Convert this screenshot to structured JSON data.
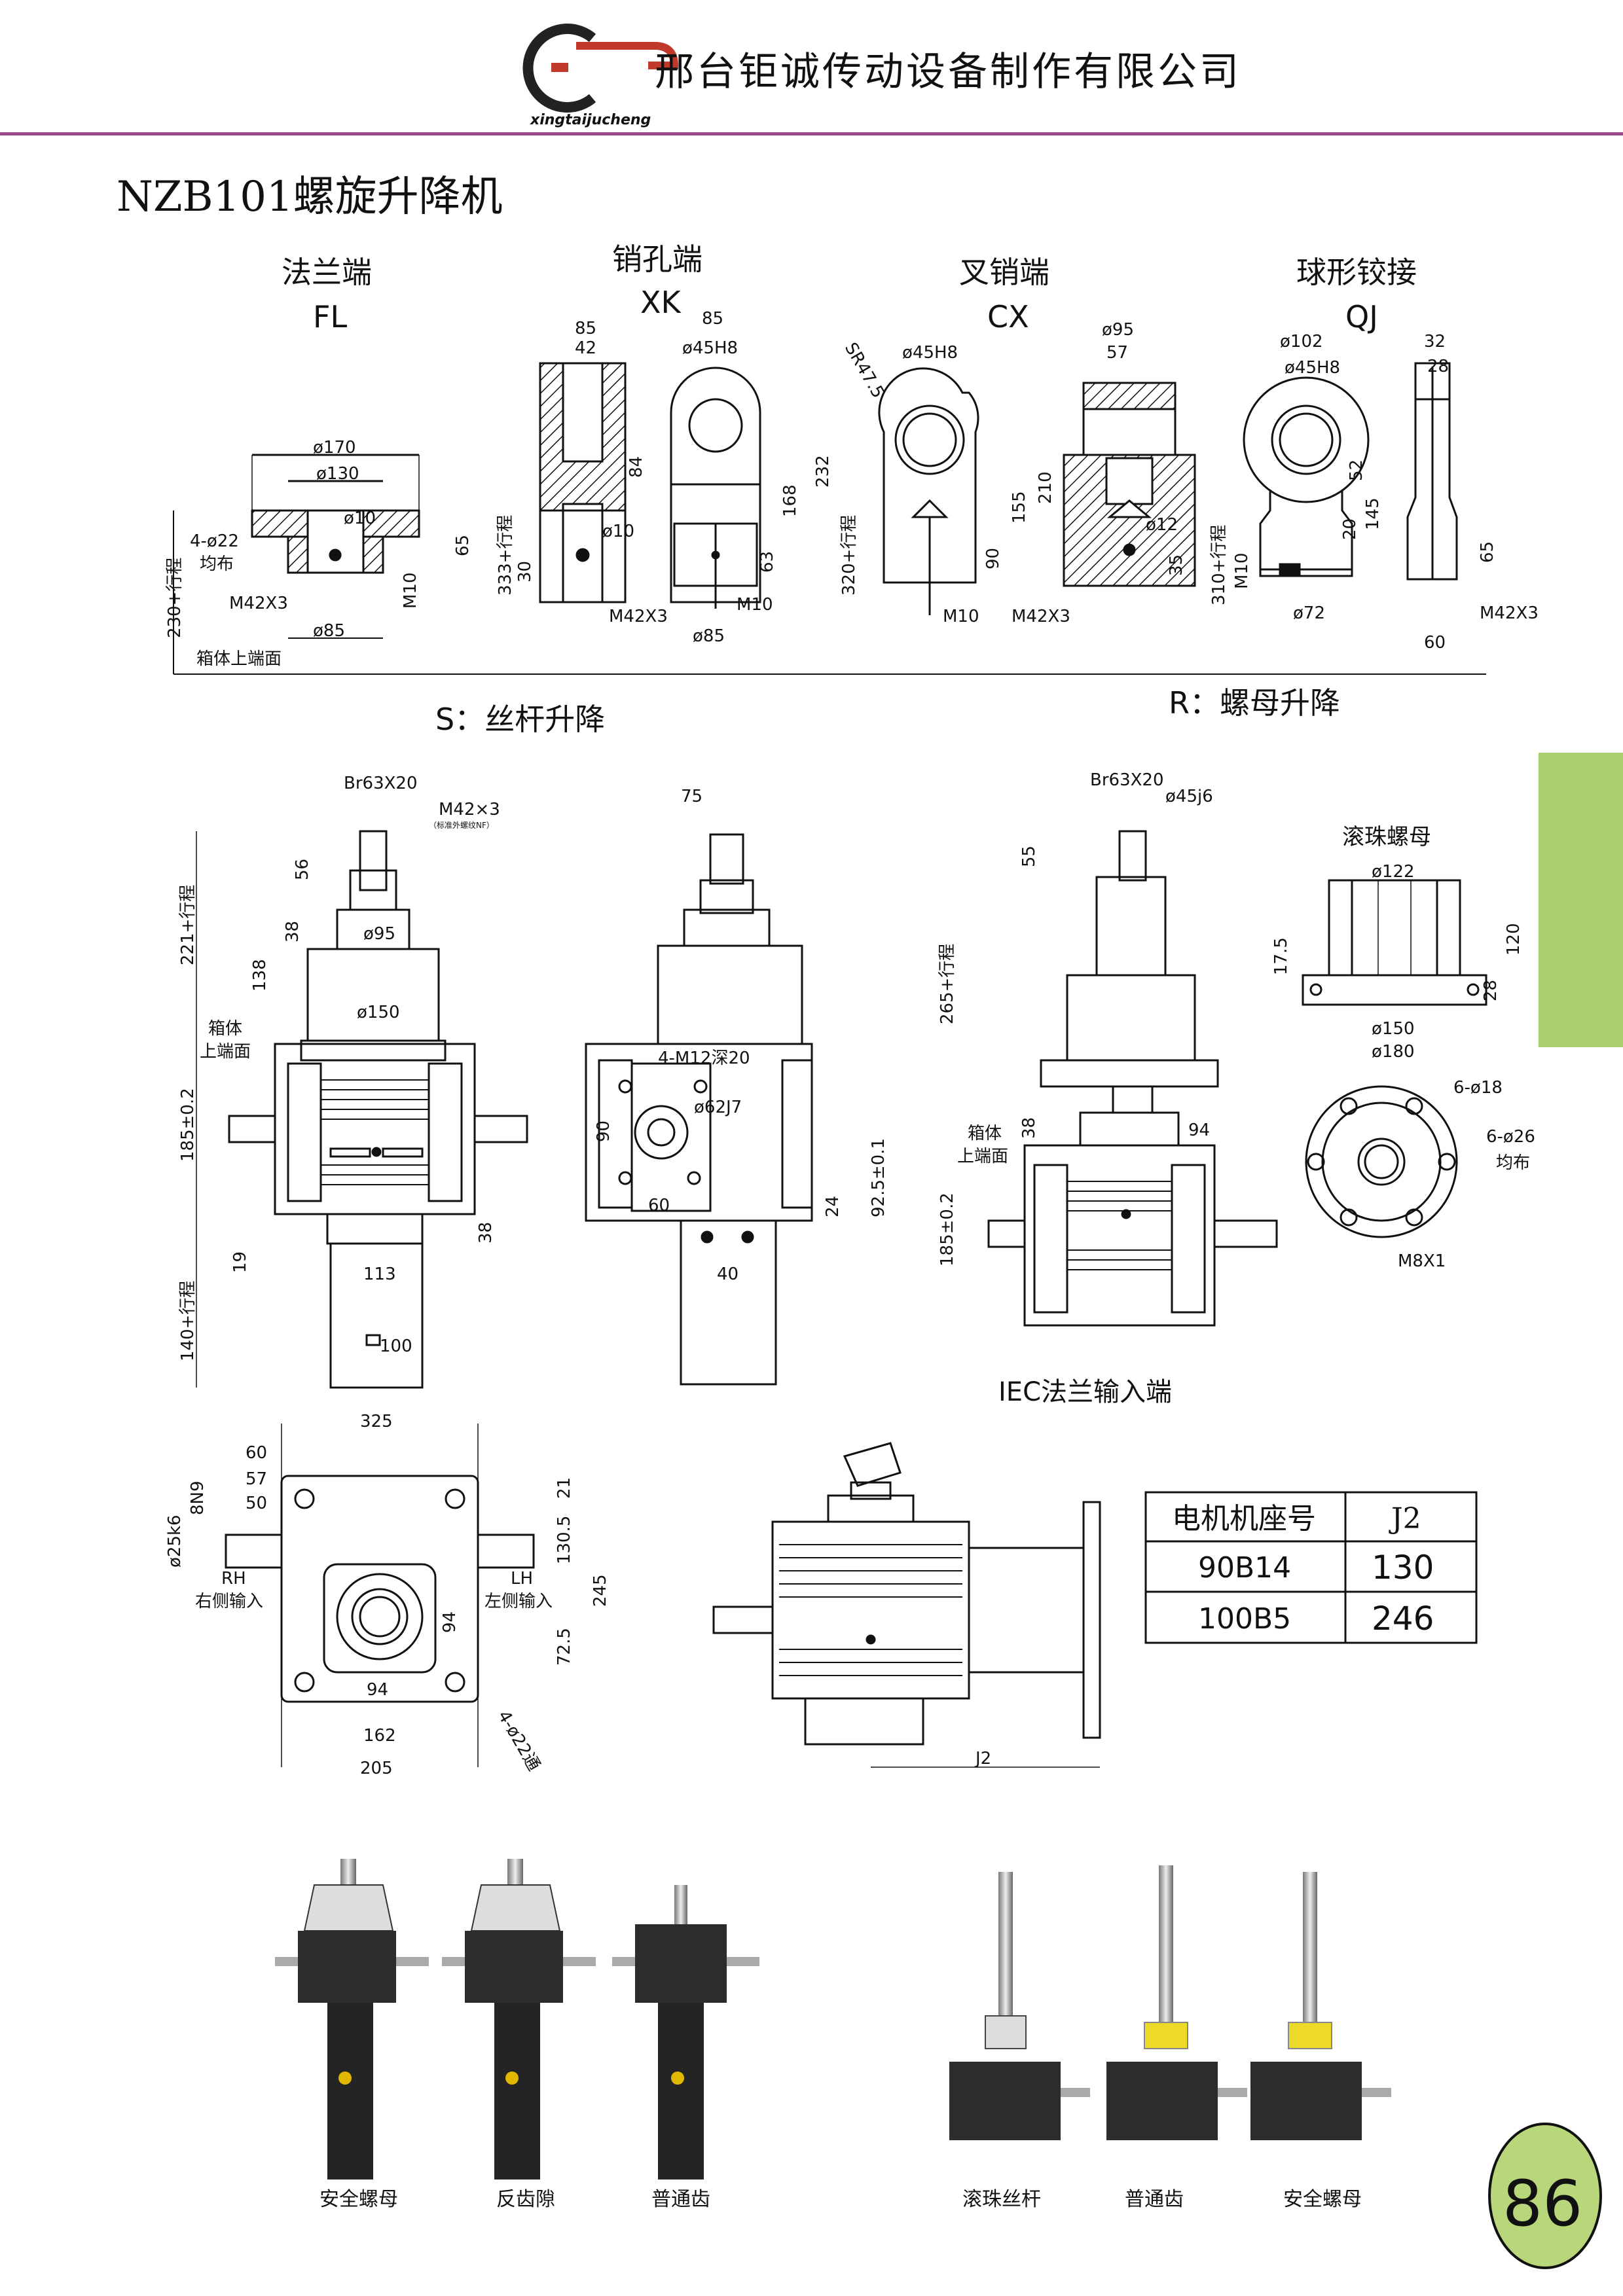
{
  "header": {
    "company_cn": "邢台钜诚传动设备制作有限公司",
    "logo_text": "xingtaijucheng",
    "rule_color": "#9c4a8c"
  },
  "title": "NZB101螺旋升降机",
  "end_types": [
    {
      "cn": "法兰端",
      "code": "FL"
    },
    {
      "cn": "销孔端",
      "code": "XK"
    },
    {
      "cn": "叉销端",
      "code": "CX"
    },
    {
      "cn": "球形铰接",
      "code": "QJ"
    }
  ],
  "fl_dims": {
    "d170": "ø170",
    "d130": "ø130",
    "d10": "ø10",
    "holes": "4-ø22",
    "even": "均布",
    "d85": "ø85",
    "m": "M42X3",
    "m10": "M10",
    "h65": "65",
    "stroke": "230+行程",
    "base": "箱体上端面"
  },
  "xk_dims": {
    "w85a": "85",
    "w42": "42",
    "w85b": "85",
    "d45": "ø45H8",
    "h84": "84",
    "h232": "232",
    "h168": "168",
    "h63": "63",
    "h30": "30",
    "d10": "ø10",
    "m": "M42X3",
    "m10": "M10",
    "d85": "ø85",
    "stroke": "333+行程"
  },
  "cx_dims": {
    "sr": "SR47.5",
    "d45": "ø45H8",
    "d95": "ø95",
    "w57": "57",
    "h210": "210",
    "h155": "155",
    "h90": "90",
    "h35": "35",
    "d12": "ø12",
    "m10": "M10",
    "m": "M42X3",
    "stroke": "320+行程"
  },
  "qj_dims": {
    "d102": "ø102",
    "d45": "ø45H8",
    "w32": "32",
    "w28": "28",
    "h52": "52",
    "h145": "145",
    "h20": "20",
    "h65": "65",
    "d72": "ø72",
    "m10": "M10",
    "m": "M42X3",
    "w60": "60",
    "stroke": "310+行程"
  },
  "section_s": "S：丝杆升降",
  "section_r": "R：螺母升降",
  "s_front": {
    "br": "Br63X20",
    "m": "M42×3",
    "m_note": "（标准外螺纹NF）",
    "h56": "56",
    "h38": "38",
    "d95": "ø95",
    "h138": "138",
    "d150": "ø150",
    "stroke": "221+行程",
    "box": "箱体",
    "top": "上端面",
    "h185": "185±0.2",
    "h19": "19",
    "h38b": "38",
    "w113": "113",
    "sq100": "100",
    "stroke2": "140+行程"
  },
  "s_side": {
    "w75": "75",
    "holes": "4-M12深20",
    "d62": "ø62J7",
    "h90": "90",
    "w60": "60",
    "h92": "92.5±0.1",
    "h24": "24",
    "w40": "40"
  },
  "r_front": {
    "br": "Br63X20",
    "d45": "ø45j6",
    "h55": "55",
    "stroke": "265+行程",
    "h38": "38",
    "d94": "94",
    "box": "箱体",
    "top": "上端面",
    "h185": "185±0.2"
  },
  "ball_nut": {
    "title": "滚珠螺母",
    "d122": "ø122",
    "h17": "17.5",
    "h120": "120",
    "h28": "28",
    "d150": "ø150",
    "d180": "ø180",
    "holes18": "6-ø18",
    "holes26": "6-ø26",
    "even": "均布",
    "m8": "M8X1"
  },
  "bottom": {
    "w325": "325",
    "w60": "60",
    "w57": "57",
    "w50": "50",
    "n8": "8N9",
    "d25": "ø25k6",
    "rh": "RH",
    "rh_cn": "右侧输入",
    "lh": "LH",
    "lh_cn": "左侧输入",
    "h21": "21",
    "h130": "130.5",
    "h245": "245",
    "h94v": "94",
    "h72": "72.5",
    "w94": "94",
    "w162": "162",
    "w205": "205",
    "holes": "4-ø22通"
  },
  "iec_title": "IEC法兰输入端",
  "iec_j2": "J2",
  "motor_table": {
    "headers": [
      "电机机座号",
      "J2"
    ],
    "rows": [
      [
        "90B14",
        "130"
      ],
      [
        "100B5",
        "246"
      ]
    ]
  },
  "photos_left": [
    "安全螺母",
    "反齿隙",
    "普通齿"
  ],
  "photos_right": [
    "滚珠丝杆",
    "普通齿",
    "安全螺母"
  ],
  "page_number": "86",
  "tab_color": "#a9cf6e",
  "page_circle_color": "#b7d77a"
}
